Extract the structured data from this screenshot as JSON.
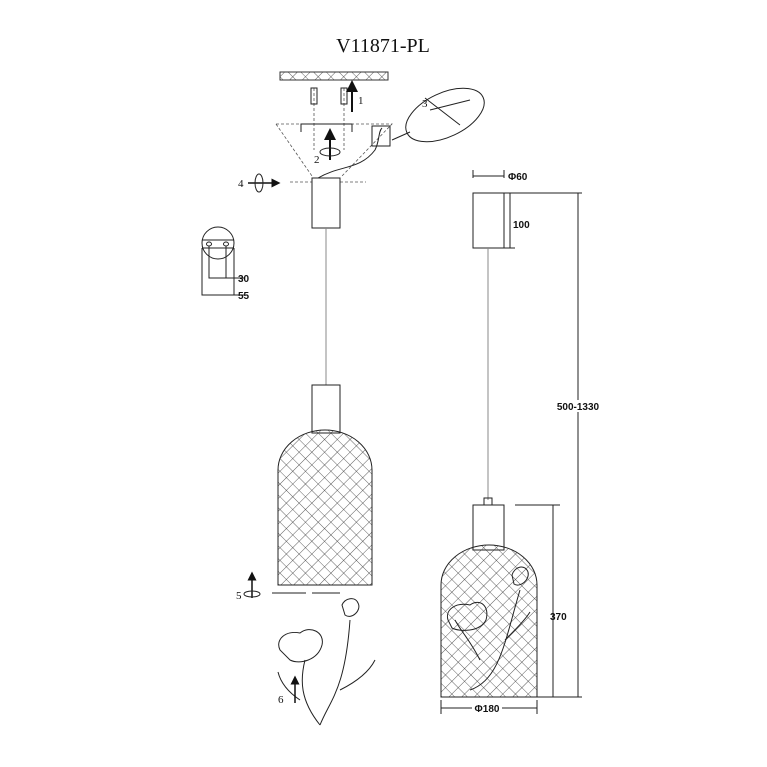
{
  "title": "V11871-PL",
  "steps": [
    "1",
    "2",
    "3",
    "4",
    "5",
    "6"
  ],
  "bracket_dims": {
    "hole_spacing": "30",
    "width": "55"
  },
  "dimensions": {
    "canopy_diameter": "Φ60",
    "canopy_height": "100",
    "total_height": "500-1330",
    "shade_height": "370",
    "shade_diameter": "Φ180"
  }
}
